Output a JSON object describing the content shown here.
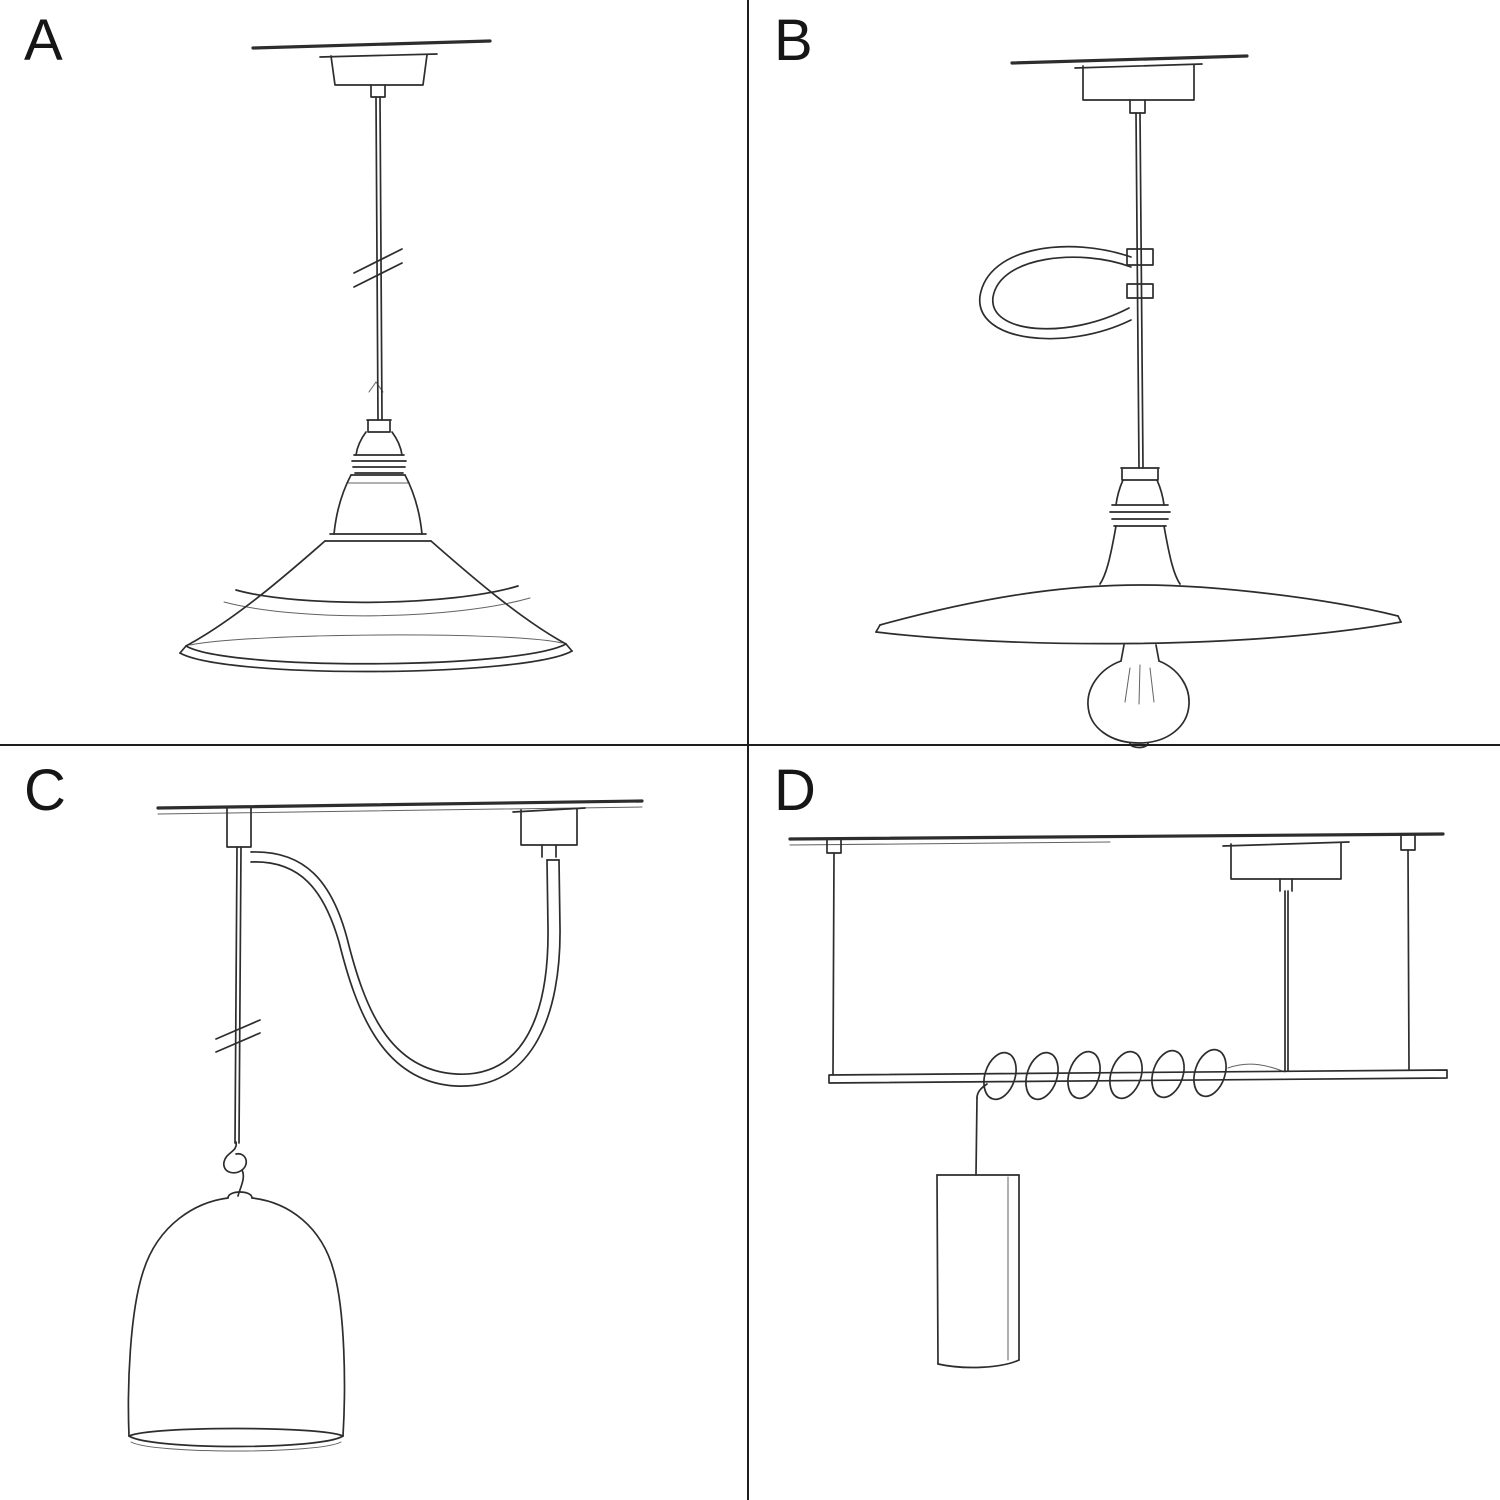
{
  "page": {
    "background_color": "#ffffff",
    "ink_color": "#2d2d2d",
    "divider_color": "#1e1e1e"
  },
  "panels": [
    {
      "label": "A",
      "illustration": "pendant-straight-cable-industrial-bowl-shade-sketch"
    },
    {
      "label": "B",
      "illustration": "pendant-cable-loop-clip-flat-plate-shade-exposed-bulb-sketch"
    },
    {
      "label": "C",
      "illustration": "swag-pendant-ceiling-hook-knotted-cable-bell-dome-shade-sketch"
    },
    {
      "label": "D",
      "illustration": "bar-suspension-two-wires-coiled-cable-cylinder-tube-shade-sketch"
    }
  ]
}
